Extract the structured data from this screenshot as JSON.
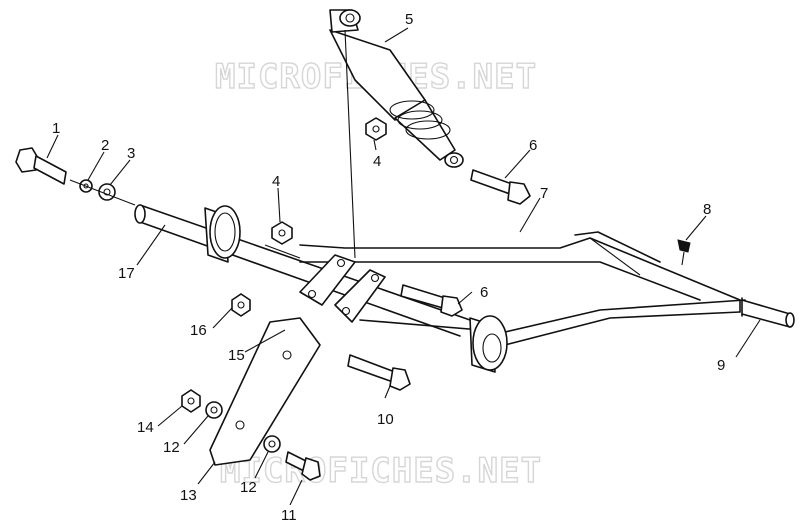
{
  "watermark": {
    "top": "MICROFICHES.NET",
    "bottom": "MICROFICHES.NET",
    "color": "#d6d6d6"
  },
  "callouts": {
    "c1": "1",
    "c2": "2",
    "c3": "3",
    "c4a": "4",
    "c4b": "4",
    "c5": "5",
    "c6a": "6",
    "c6b": "6",
    "c7": "7",
    "c8": "8",
    "c9": "9",
    "c10": "10",
    "c11": "11",
    "c12a": "12",
    "c12b": "12",
    "c13": "13",
    "c14": "14",
    "c15": "15",
    "c16": "16",
    "c17": "17"
  },
  "colors": {
    "line": "#111111",
    "background": "#ffffff"
  }
}
